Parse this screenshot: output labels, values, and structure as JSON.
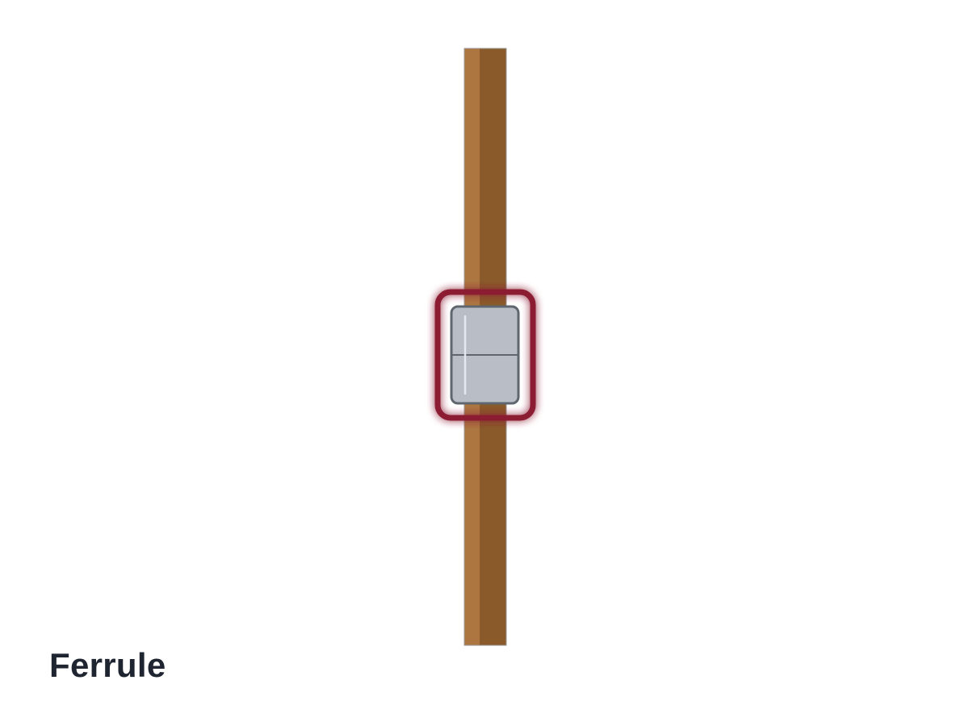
{
  "caption": "Ferrule",
  "colors": {
    "background": "#ffffff",
    "wood_light": "#ad7641",
    "wood_dark": "#8a5a2b",
    "ferrule_fill": "#b9bec6",
    "ferrule_outline": "#5f666d",
    "ferrule_highlight": "#e4e7eb",
    "highlight_ring": "#8b1a32",
    "caption_text": "#1e2430"
  },
  "icons": {
    "wood_strip": "vertical-wood-strip",
    "ferrule": "metal-ferrule",
    "highlight": "rounded-highlight-ring"
  }
}
